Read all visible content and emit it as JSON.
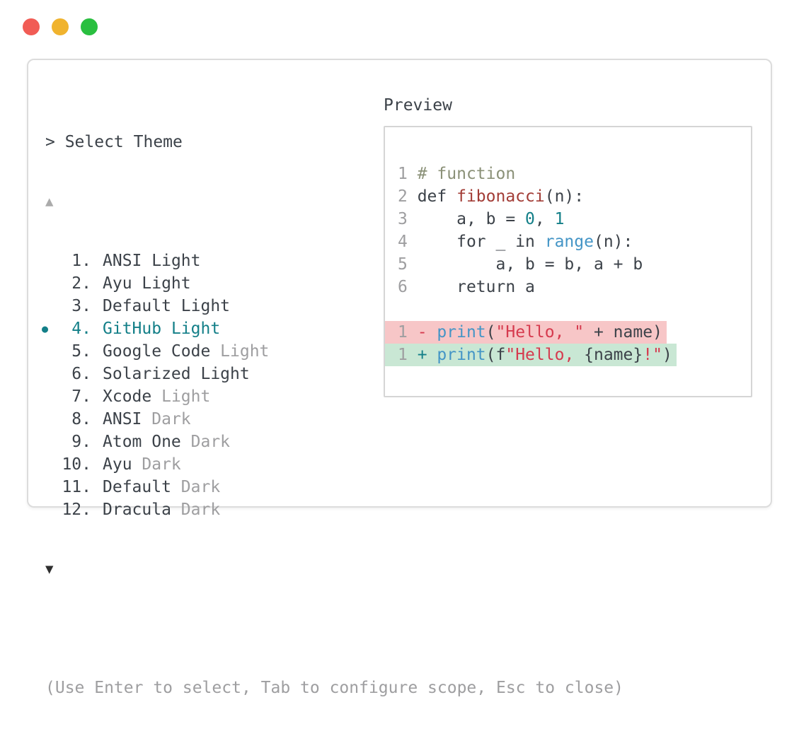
{
  "colors": {
    "text_dark": "#3c4249",
    "text_gray": "#9e9ea0",
    "teal": "#137f88",
    "blue": "#4495c6",
    "brick": "#a23c36",
    "crimson": "#d63a4e",
    "comment": "#8b9178",
    "diff_removed_bg": "#f7c6c7",
    "diff_added_bg": "#c9e7d4",
    "traffic_red": "#f15c55",
    "traffic_yellow": "#f0b32e",
    "traffic_green": "#2abf40"
  },
  "window": {
    "controls": [
      "close",
      "minimize",
      "zoom"
    ]
  },
  "theme_selector": {
    "prompt": "> Select Theme",
    "scroll_up_symbol": "▲",
    "scroll_down_symbol": "▼",
    "selected_indicator": "●",
    "items": [
      {
        "number": "1.",
        "name": "ANSI",
        "variant": "Light",
        "muted": false,
        "selected": false
      },
      {
        "number": "2.",
        "name": "Ayu",
        "variant": "Light",
        "muted": false,
        "selected": false
      },
      {
        "number": "3.",
        "name": "Default",
        "variant": "Light",
        "muted": false,
        "selected": false
      },
      {
        "number": "4.",
        "name": "GitHub",
        "variant": "Light",
        "muted": false,
        "selected": true
      },
      {
        "number": "5.",
        "name": "Google Code",
        "variant": "Light",
        "muted": true,
        "selected": false
      },
      {
        "number": "6.",
        "name": "Solarized",
        "variant": "Light",
        "muted": false,
        "selected": false
      },
      {
        "number": "7.",
        "name": "Xcode",
        "variant": "Light",
        "muted": true,
        "selected": false
      },
      {
        "number": "8.",
        "name": "ANSI",
        "variant": "Dark",
        "muted": true,
        "selected": false
      },
      {
        "number": "9.",
        "name": "Atom One",
        "variant": "Dark",
        "muted": true,
        "selected": false
      },
      {
        "number": "10.",
        "name": "Ayu",
        "variant": "Dark",
        "muted": true,
        "selected": false
      },
      {
        "number": "11.",
        "name": "Default",
        "variant": "Dark",
        "muted": true,
        "selected": false
      },
      {
        "number": "12.",
        "name": "Dracula",
        "variant": "Dark",
        "muted": true,
        "selected": false
      }
    ],
    "hint": "(Use Enter to select, Tab to configure scope, Esc to close)"
  },
  "preview": {
    "title": "Preview",
    "lines": [
      {
        "num": "1",
        "tokens": [
          {
            "t": "# function",
            "c": "comment"
          }
        ]
      },
      {
        "num": "2",
        "tokens": [
          {
            "t": "def ",
            "c": "dark"
          },
          {
            "t": "fibonacci",
            "c": "brick"
          },
          {
            "t": "(n):",
            "c": "dark"
          }
        ]
      },
      {
        "num": "3",
        "tokens": [
          {
            "t": "    a, b = ",
            "c": "dark"
          },
          {
            "t": "0",
            "c": "teal"
          },
          {
            "t": ", ",
            "c": "dark"
          },
          {
            "t": "1",
            "c": "teal"
          }
        ]
      },
      {
        "num": "4",
        "tokens": [
          {
            "t": "    for _ in ",
            "c": "dark"
          },
          {
            "t": "range",
            "c": "blue"
          },
          {
            "t": "(n):",
            "c": "dark"
          }
        ]
      },
      {
        "num": "5",
        "tokens": [
          {
            "t": "        a, b = b, a + b",
            "c": "dark"
          }
        ]
      },
      {
        "num": "6",
        "tokens": [
          {
            "t": "    return a",
            "c": "dark"
          }
        ]
      },
      {
        "blank": true
      },
      {
        "num": "1",
        "diff": "removed",
        "tokens": [
          {
            "t": "- ",
            "c": "crimson"
          },
          {
            "t": "print",
            "c": "blue"
          },
          {
            "t": "(",
            "c": "dark"
          },
          {
            "t": "\"Hello, \"",
            "c": "crimson"
          },
          {
            "t": " + name)",
            "c": "dark"
          }
        ]
      },
      {
        "num": "1",
        "diff": "added",
        "tokens": [
          {
            "t": "+ ",
            "c": "teal"
          },
          {
            "t": "print",
            "c": "blue"
          },
          {
            "t": "(f",
            "c": "dark"
          },
          {
            "t": "\"Hello, ",
            "c": "crimson"
          },
          {
            "t": "{name}",
            "c": "dark"
          },
          {
            "t": "!\"",
            "c": "crimson"
          },
          {
            "t": ")",
            "c": "dark"
          }
        ]
      }
    ]
  }
}
